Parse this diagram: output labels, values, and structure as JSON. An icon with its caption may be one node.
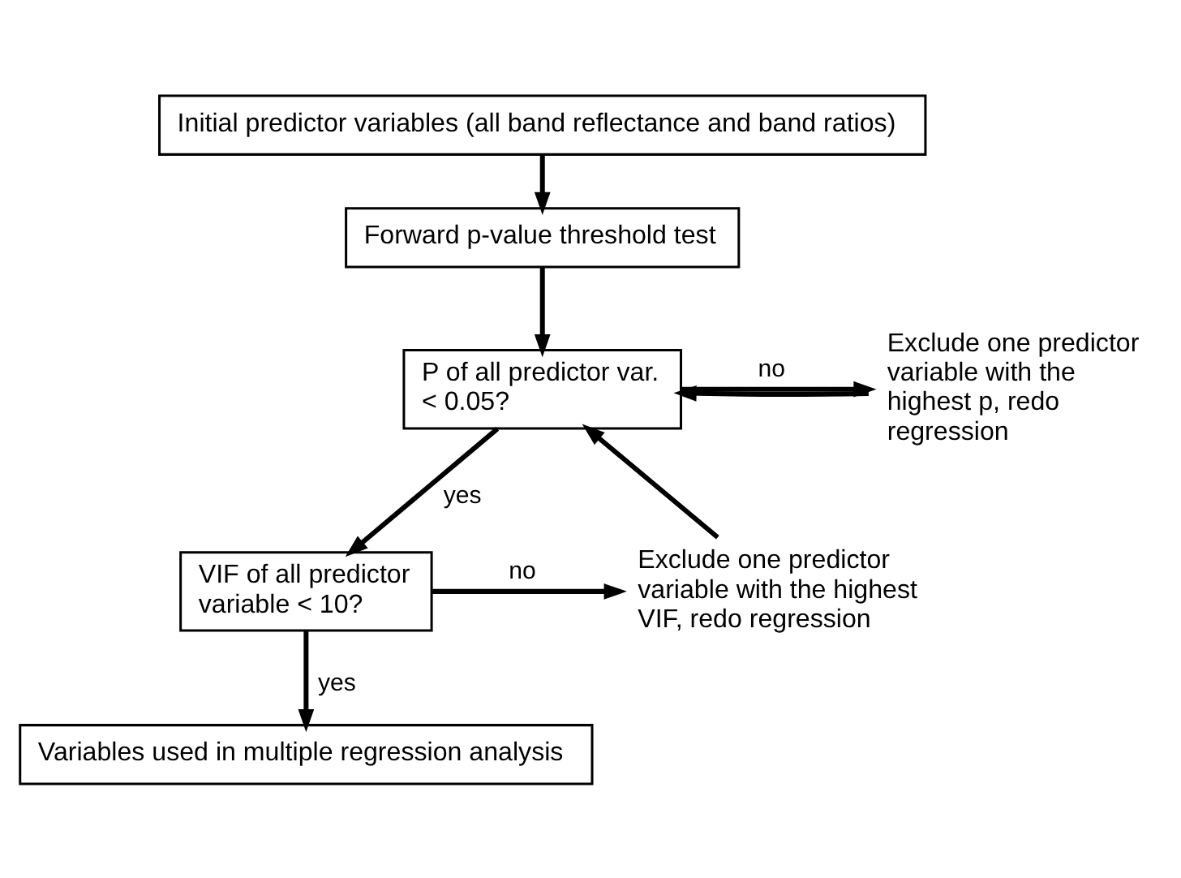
{
  "diagram": {
    "nodes": [
      {
        "text": [
          "Initial predictor variables (all band reflectance and band ratios)"
        ]
      },
      {
        "text": [
          "Forward p-value threshold test"
        ]
      },
      {
        "text": [
          "P of all predictor var. < 0.05?"
        ]
      },
      {
        "text": [
          "Exclude one predictor variable with the highest p, redo regression"
        ]
      },
      {
        "text": [
          "VIF of all predictor variable < 10?"
        ]
      },
      {
        "text": [
          "Exclude one predictor variable with the highest VIF, redo regression"
        ]
      },
      {
        "text": [
          "Variables used in multiple regression analysis"
        ]
      }
    ],
    "edges": [
      {
        "from": 0,
        "to": 1,
        "arrow": "to"
      },
      {
        "from": 1,
        "to": 2,
        "arrow": "to"
      },
      {
        "from": 2,
        "to": 3,
        "arrow": "to",
        "label": "no"
      },
      {
        "from": 3,
        "to": 2,
        "arrow": "to"
      },
      {
        "from": 2,
        "to": 4,
        "arrow": "to",
        "label": "yes"
      },
      {
        "from": 4,
        "to": 5,
        "arrow": "to",
        "label": "no"
      },
      {
        "from": 5,
        "to": 2,
        "arrow": "to"
      },
      {
        "from": 4,
        "to": 6,
        "arrow": "to",
        "label": "yes"
      }
    ]
  }
}
